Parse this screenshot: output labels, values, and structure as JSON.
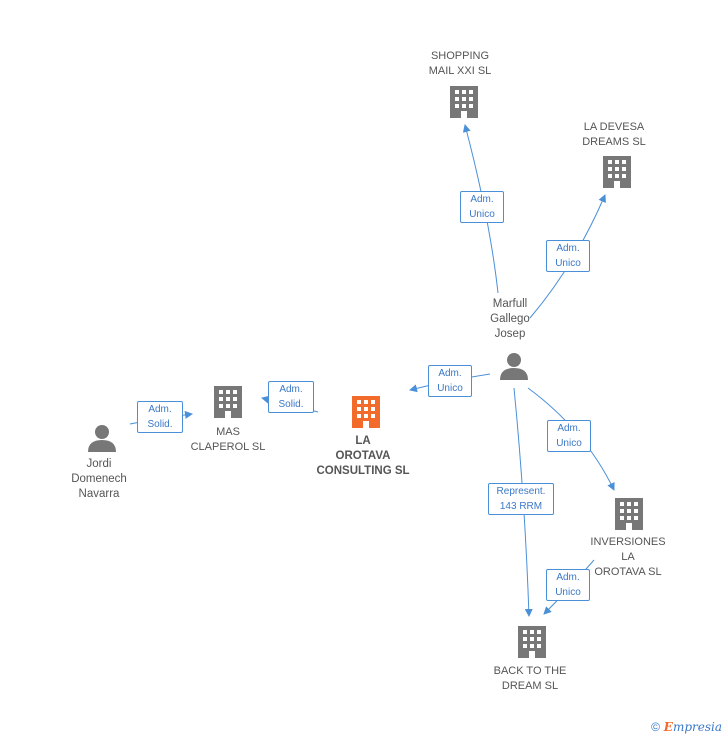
{
  "nodes": {
    "shopping": {
      "lines": [
        "SHOPPING",
        "MAIL XXI SL"
      ]
    },
    "devesa": {
      "lines": [
        "LA DEVESA",
        "DREAMS SL"
      ]
    },
    "marfull": {
      "lines": [
        "Marfull",
        "Gallego",
        "Josep"
      ]
    },
    "orotava": {
      "lines": [
        "LA",
        "OROTAVA",
        "CONSULTING SL"
      ]
    },
    "mas": {
      "lines": [
        "MAS",
        "CLAPEROL SL"
      ]
    },
    "jordi": {
      "lines": [
        "Jordi",
        "Domenech",
        "Navarra"
      ]
    },
    "inversiones": {
      "lines": [
        "INVERSIONES",
        "LA",
        "OROTAVA SL"
      ]
    },
    "back": {
      "lines": [
        "BACK TO THE",
        "DREAM SL"
      ]
    }
  },
  "edges": {
    "marfull_shopping": [
      "Adm.",
      "Unico"
    ],
    "marfull_devesa": [
      "Adm.",
      "Unico"
    ],
    "marfull_orotava": [
      "Adm.",
      "Unico"
    ],
    "orotava_mas": [
      "Adm.",
      "Solid."
    ],
    "jordi_mas": [
      "Adm.",
      "Solid."
    ],
    "marfull_inversiones": [
      "Adm.",
      "Unico"
    ],
    "marfull_back": [
      "Represent.",
      "143 RRM"
    ],
    "inversiones_back": [
      "Adm.",
      "Unico"
    ]
  },
  "colors": {
    "edge": "#4a90d9",
    "company_icon": "#777777",
    "focus_icon": "#f26b2a",
    "person_icon": "#777777"
  },
  "footer": {
    "copyright": "©",
    "brand_e": "E",
    "brand_rest": "mpresia"
  }
}
